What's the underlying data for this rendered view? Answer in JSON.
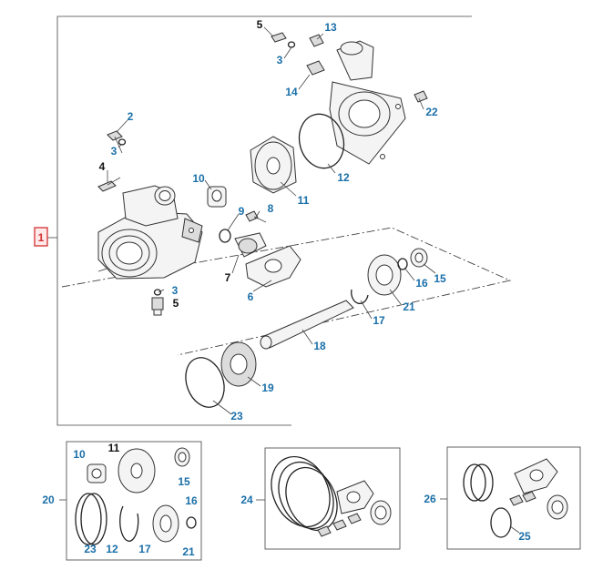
{
  "main_assembly": {
    "ref": "1",
    "callouts": {
      "c2": "2",
      "c3a": "3",
      "c4": "4",
      "c3b": "3",
      "c5a": "5",
      "c5b": "5",
      "c3c": "3",
      "c13": "13",
      "c14": "14",
      "c22": "22",
      "c12": "12",
      "c11": "11",
      "c10": "10",
      "c9": "9",
      "c8": "8",
      "c7": "7",
      "c6": "6",
      "c16": "16",
      "c15": "15",
      "c21": "21",
      "c17": "17",
      "c18": "18",
      "c19": "19",
      "c23": "23"
    }
  },
  "kits": {
    "k20": {
      "ref": "20",
      "callouts": {
        "c10": "10",
        "c11": "11",
        "c15": "15",
        "c16": "16",
        "c23": "23",
        "c12": "12",
        "c17": "17",
        "c21": "21"
      }
    },
    "k24": {
      "ref": "24"
    },
    "k26": {
      "ref": "26",
      "callouts": {
        "c25": "25"
      }
    }
  },
  "colors": {
    "callout_blue": "#1a6fa8",
    "callout_black": "#111111",
    "highlight_red": "#d23030"
  }
}
